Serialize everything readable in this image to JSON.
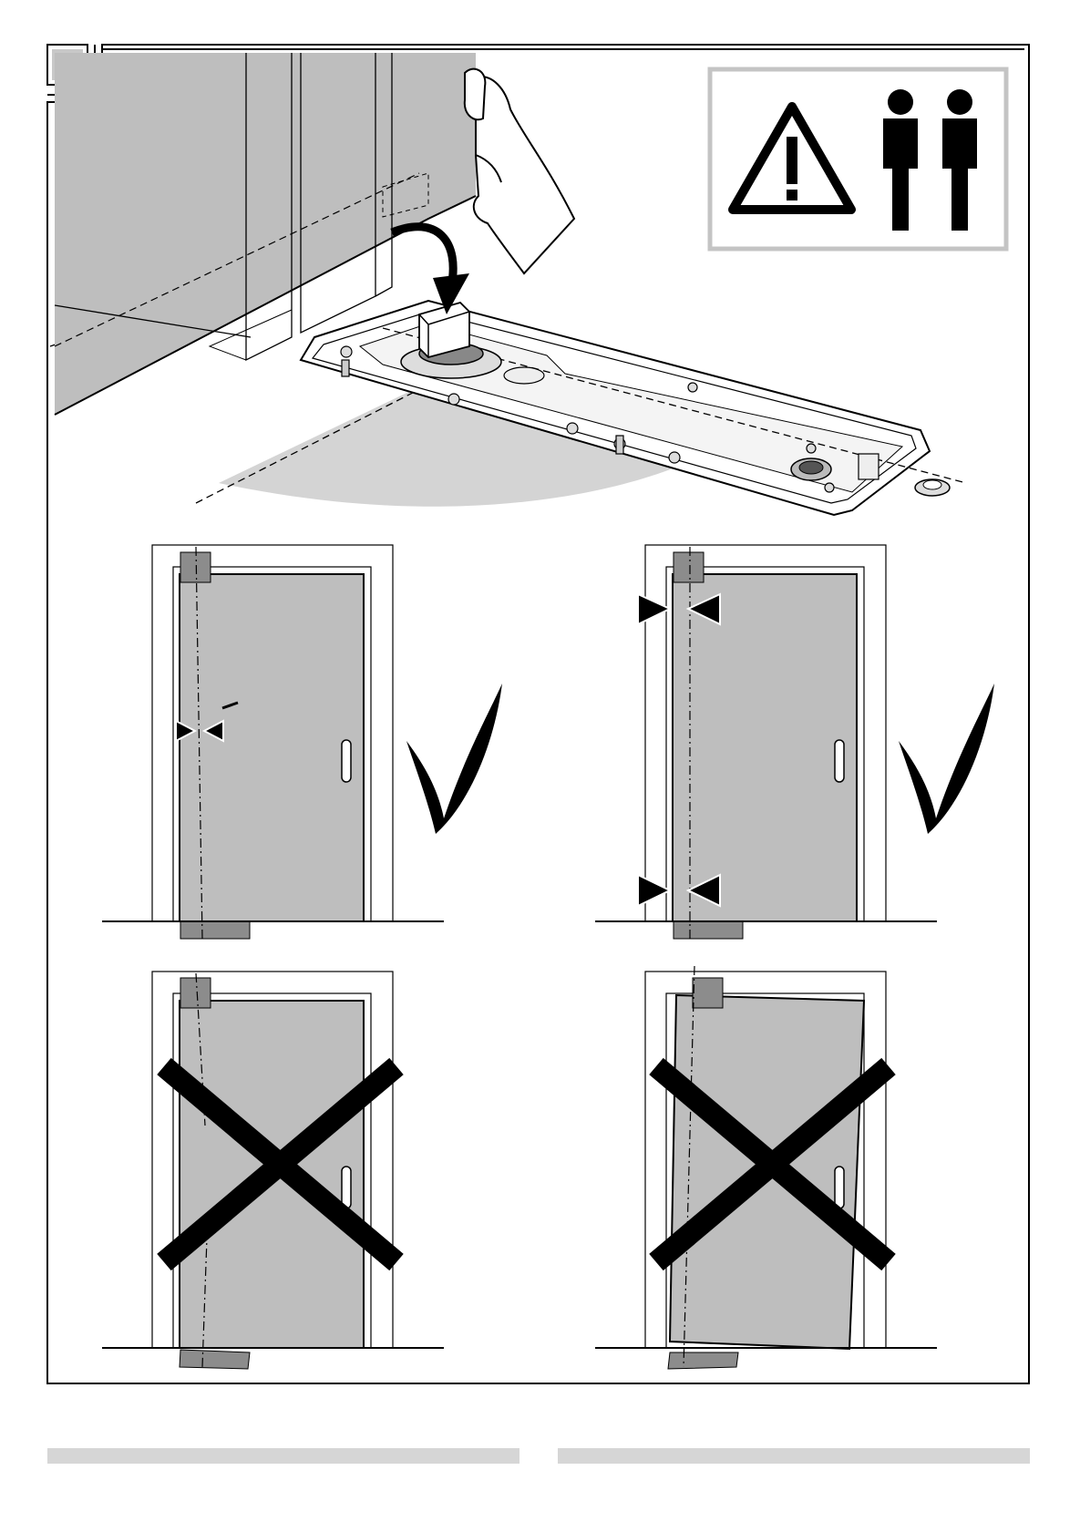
{
  "page": {
    "step_number": "",
    "footer": {
      "left_text": "",
      "right_text": ""
    }
  },
  "warning_panel": {
    "icon": "warning-triangle-icon",
    "persons_icon": "two-persons-icon",
    "persons_count": 2
  },
  "illustrations": [
    {
      "id": "door-on-floor-spring",
      "meaning": ""
    },
    {
      "id": "door-aligned-with-marker",
      "verdict": "correct",
      "icon": "check-mark-icon"
    },
    {
      "id": "door-aligned-top-bottom",
      "verdict": "correct",
      "icon": "check-mark-icon"
    },
    {
      "id": "door-axis-misaligned",
      "verdict": "incorrect",
      "icon": "cross-mark-icon"
    },
    {
      "id": "door-tilted-in-frame",
      "verdict": "incorrect",
      "icon": "cross-mark-icon"
    }
  ],
  "colors": {
    "door_fill": "#bebebe",
    "pivot_block": "#8c8c8c",
    "swing_area": "#d4d4d4",
    "panel_border": "#c4c4c4",
    "line": "#000000"
  }
}
